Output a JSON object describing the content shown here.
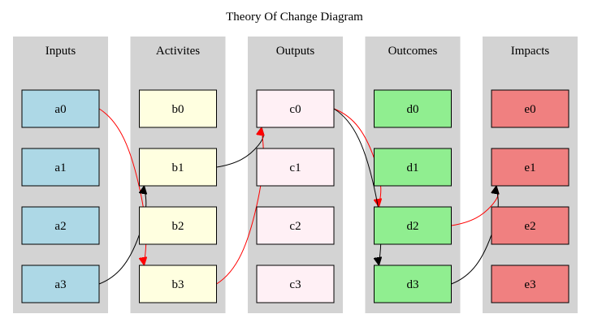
{
  "title": "Theory Of Change Diagram",
  "colors": {
    "cluster_bg": "#d3d3d3",
    "black_edge": "#000000",
    "red_edge": "#ff0000"
  },
  "clusters": [
    {
      "id": "inputs",
      "label": "Inputs",
      "fill": "#add8e6",
      "nodes": [
        "a0",
        "a1",
        "a2",
        "a3"
      ]
    },
    {
      "id": "activities",
      "label": "Activites",
      "fill": "#ffffe0",
      "nodes": [
        "b0",
        "b1",
        "b2",
        "b3"
      ]
    },
    {
      "id": "outputs",
      "label": "Outputs",
      "fill": "#fff0f5",
      "nodes": [
        "c0",
        "c1",
        "c2",
        "c3"
      ]
    },
    {
      "id": "outcomes",
      "label": "Outcomes",
      "fill": "#90ee90",
      "nodes": [
        "d0",
        "d1",
        "d2",
        "d3"
      ]
    },
    {
      "id": "impacts",
      "label": "Impacts",
      "fill": "#f08080",
      "nodes": [
        "e0",
        "e1",
        "e2",
        "e3"
      ]
    }
  ],
  "edges": [
    {
      "from": "a0",
      "to": "b3",
      "color": "red"
    },
    {
      "from": "a3",
      "to": "b1",
      "color": "black"
    },
    {
      "from": "b1",
      "to": "c0",
      "color": "black"
    },
    {
      "from": "b3",
      "to": "c0",
      "color": "red"
    },
    {
      "from": "c0",
      "to": "d2",
      "color": "red"
    },
    {
      "from": "c0",
      "to": "d3",
      "color": "black"
    },
    {
      "from": "d2",
      "to": "e1",
      "color": "red"
    },
    {
      "from": "d3",
      "to": "e1",
      "color": "black"
    }
  ]
}
